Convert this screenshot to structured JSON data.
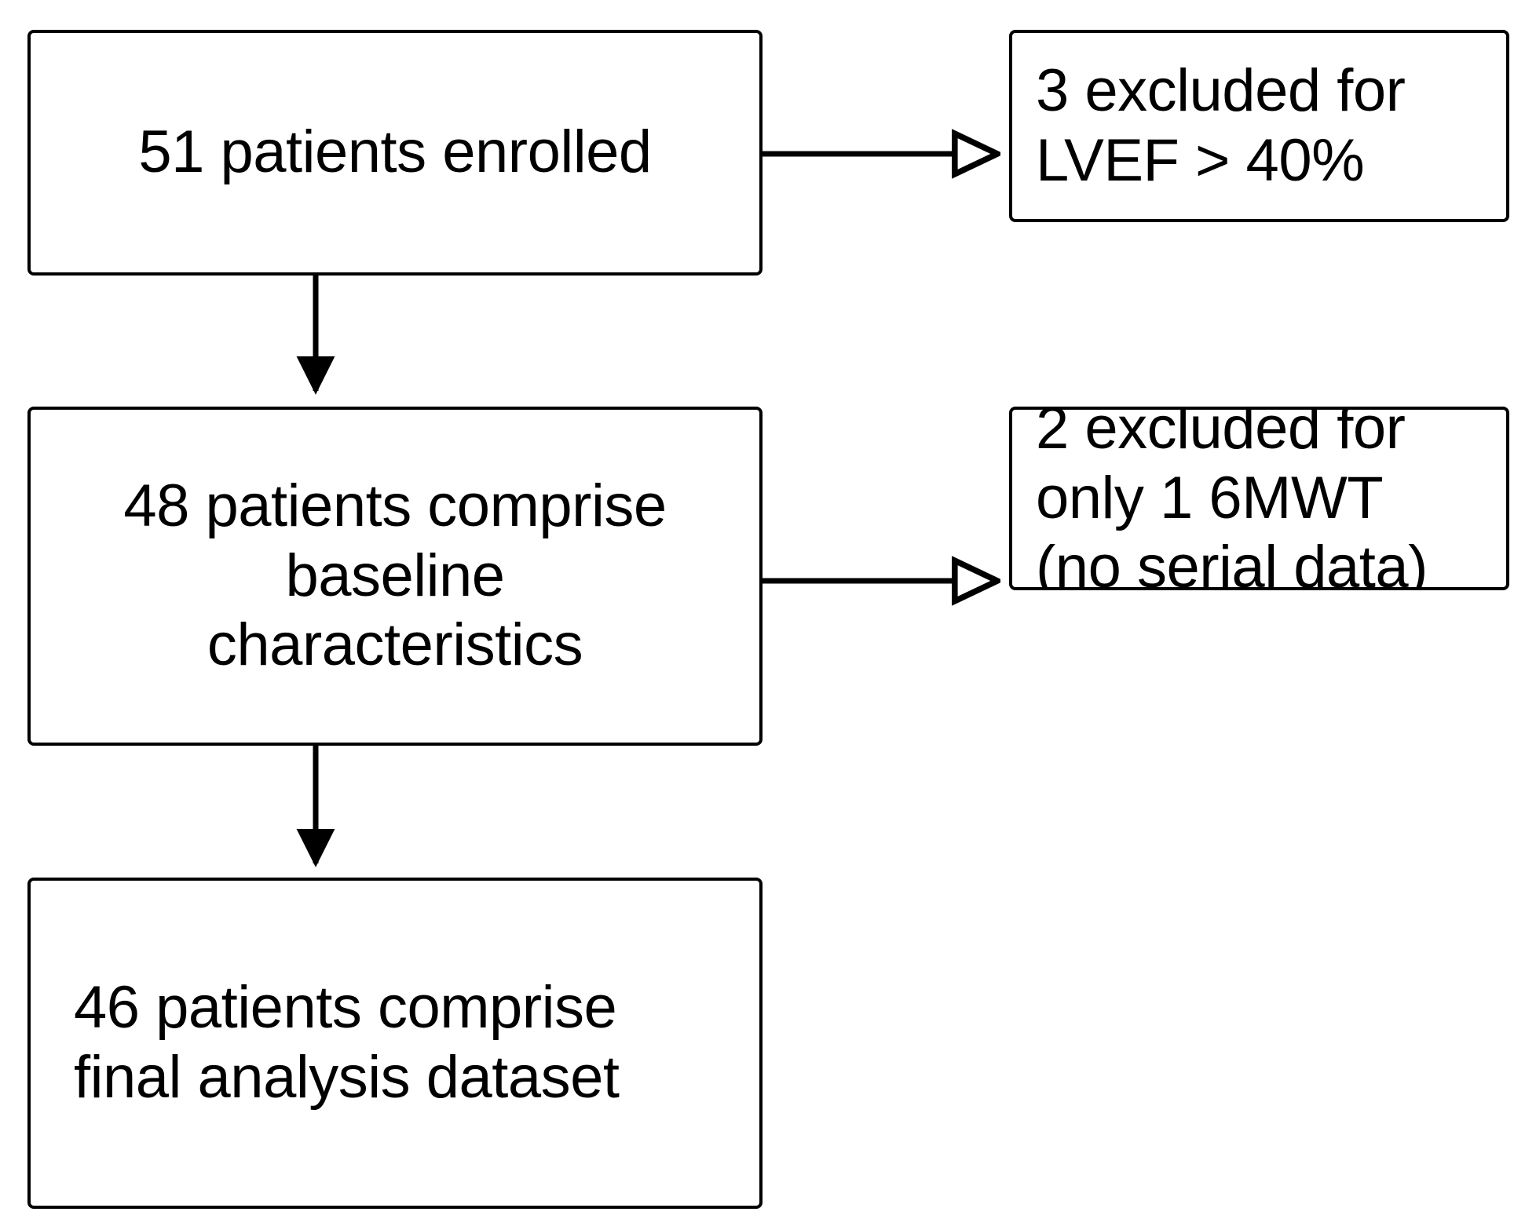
{
  "diagram": {
    "type": "flowchart",
    "title": "Patient enrollment and exclusion flow",
    "background_color": "#ffffff",
    "stroke_color": "#000000",
    "text_color": "#000000",
    "nodes": [
      {
        "id": "enrolled",
        "label": "51 patients enrolled",
        "count": 51,
        "role": "enrolled"
      },
      {
        "id": "baseline",
        "label": "48 patients comprise\nbaseline\ncharacteristics",
        "count": 48,
        "role": "baseline-cohort"
      },
      {
        "id": "final",
        "label": "46 patients comprise\nfinal analysis dataset",
        "count": 46,
        "role": "final-cohort"
      },
      {
        "id": "excl-lvef",
        "label": "3 excluded for\nLVEF > 40%",
        "count": 3,
        "role": "exclusion"
      },
      {
        "id": "excl-6mwt",
        "label": "2 excluded for\nonly 1 6MWT\n(no serial data)",
        "count": 2,
        "role": "exclusion"
      }
    ],
    "edges": [
      {
        "id": "enrolled-to-baseline",
        "from": "enrolled",
        "to": "baseline",
        "direction": "down",
        "arrowhead": "filled"
      },
      {
        "id": "baseline-to-final",
        "from": "baseline",
        "to": "final",
        "direction": "down",
        "arrowhead": "filled"
      },
      {
        "id": "enrolled-to-excl-lvef",
        "from": "enrolled",
        "to": "excl-lvef",
        "direction": "right",
        "arrowhead": "open"
      },
      {
        "id": "baseline-to-excl-6mwt",
        "from": "baseline",
        "to": "excl-6mwt",
        "direction": "right",
        "arrowhead": "open"
      }
    ]
  }
}
